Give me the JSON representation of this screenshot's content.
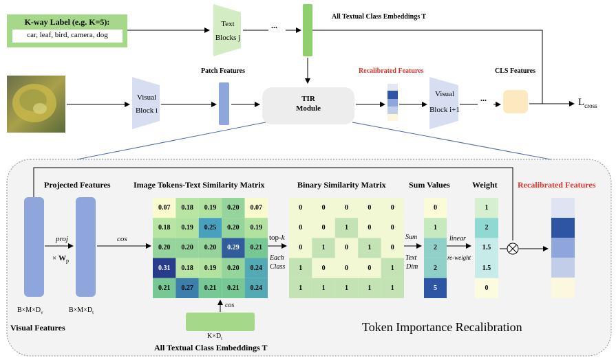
{
  "top": {
    "kway_title": "K-way Label (e.g. K=5):",
    "kway_classes": "car, leaf, bird, camera, dog",
    "text_blocks_line1": "Text",
    "text_blocks_line2": "Blocks j",
    "ellipsis": "...",
    "all_textual_title": "All Textual Class Embeddings T",
    "patch_features": "Patch Features",
    "visual_block_line1": "Visual",
    "visual_block_line2": "Block i",
    "tir_line1": "TIR",
    "tir_line2": "Module",
    "recalibrated_features": "Recalibrated Features",
    "visual_block2_line1": "Visual",
    "visual_block2_line2": "Block i+1",
    "ellipsis2": "...",
    "cls_features": "CLS Features",
    "loss_main": "L",
    "loss_sub": "cross"
  },
  "bottom": {
    "projected_features": "Projected Features",
    "similarity_title": "Image Tokens-Text Similarity Matrix",
    "binary_title": "Binary Similarity Matrix",
    "sum_title": "Sum Values",
    "weight_title": "Weight",
    "recal_title": "Recalibrated Features",
    "proj": "proj",
    "times": "×",
    "wp": "W",
    "wp_sub": "p",
    "cos_top": "cos",
    "cos_bottom": "cos",
    "topk": "top-",
    "topk_k": "k",
    "each_class_1": "Each",
    "each_class_2": "Class",
    "sum_label": "Sum",
    "text_dim_1": "Text",
    "text_dim_2": "Dim",
    "linear": "linear",
    "reweight": "re-weight",
    "dim_visual": "B×M×D",
    "dim_visual_sub": "v",
    "dim_proj": "B×M×D",
    "dim_proj_sub": "t",
    "visual_features": "Visual Features",
    "kdt": "K×D",
    "kdt_sub": "t",
    "all_textual": "All Textual Class Embeddings T",
    "big_title": "Token Importance Recalibration"
  },
  "colors": {
    "visual_block": "#d7def2",
    "tall_bar": "#8fa6dc",
    "green": "#a6d88a",
    "cls": "#fde9c0",
    "panel_bg": "#f3f3f3",
    "red": "#e0342b"
  },
  "similarity_matrix": [
    [
      "0.07",
      "0.18",
      "0.19",
      "0.20",
      "0.07"
    ],
    [
      "0.18",
      "0.19",
      "0.25",
      "0.20",
      "0.19"
    ],
    [
      "0.20",
      "0.20",
      "0.20",
      "0.29",
      "0.21"
    ],
    [
      "0.31",
      "0.18",
      "0.19",
      "0.20",
      "0.24"
    ],
    [
      "0.21",
      "0.27",
      "0.21",
      "0.21",
      "0.24"
    ]
  ],
  "binary_matrix": [
    [
      "0",
      "0",
      "0",
      "0",
      "0"
    ],
    [
      "0",
      "0",
      "1",
      "0",
      "0"
    ],
    [
      "0",
      "1",
      "0",
      "1",
      "0"
    ],
    [
      "1",
      "0",
      "0",
      "0",
      "1"
    ],
    [
      "1",
      "1",
      "1",
      "1",
      "1"
    ]
  ],
  "sum_values": [
    "0",
    "1",
    "2",
    "2",
    "5"
  ],
  "weights": [
    "1",
    "2",
    "1.5",
    "1.5",
    "0"
  ]
}
